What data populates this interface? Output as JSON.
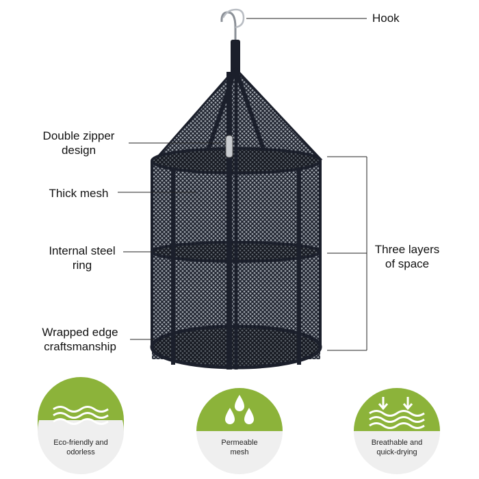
{
  "product": {
    "labels": {
      "hook": "Hook",
      "double_zipper": [
        "Double zipper",
        "design"
      ],
      "thick_mesh": "Thick mesh",
      "steel_ring": [
        "Internal steel",
        "ring"
      ],
      "wrapped_edge": [
        "Wrapped edge",
        "craftsmanship"
      ],
      "three_layers": [
        "Three layers",
        "of space"
      ]
    }
  },
  "features": [
    {
      "icon": "waves-icon",
      "lines": [
        "Eco-friendly and",
        "odorless"
      ]
    },
    {
      "icon": "water-drops-icon",
      "lines": [
        "Permeable",
        "mesh"
      ]
    },
    {
      "icon": "breathable-waves-icon",
      "lines": [
        "Breathable and",
        "quick-drying"
      ]
    }
  ],
  "colors": {
    "mesh": "#1b1f2b",
    "badge_green": "#8cb33a",
    "badge_bg": "#efefef"
  }
}
